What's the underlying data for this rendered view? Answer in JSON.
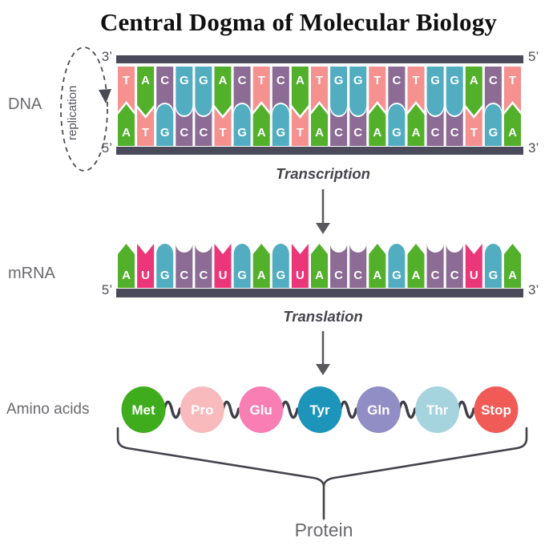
{
  "title": "Central Dogma of Molecular Biology",
  "colors": {
    "A": "#53B02B",
    "T": "#F5918F",
    "C": "#8C6B94",
    "G": "#52ADC1",
    "U": "#EB3679",
    "backbone": "#4A4A5A",
    "arrow": "#58585F",
    "bracket": "#42424C",
    "squiggle": "#3E3E49",
    "replication": "#4A4A52"
  },
  "dna": {
    "label": "DNA",
    "replication_label": "replication",
    "top_strand": {
      "end_left": "3’",
      "end_right": "5’",
      "sequence": "TACGGACTCATGGTCTGGACT"
    },
    "bottom_strand": {
      "end_left": "5’",
      "end_right": "3’",
      "sequence": "ATGCCTGAGTACCAGACCTGA"
    }
  },
  "transcription_label": "Transcription",
  "mrna": {
    "label": "mRNA",
    "end_left": "5’",
    "end_right": "3’",
    "sequence": "AUGCCUGAGUACCAGACCUGA"
  },
  "translation_label": "Translation",
  "amino_acids": {
    "label": "Amino acids",
    "residues": [
      {
        "name": "Met",
        "color": "#3FAC1D"
      },
      {
        "name": "Pro",
        "color": "#F8BABC"
      },
      {
        "name": "Glu",
        "color": "#F87EB3"
      },
      {
        "name": "Tyr",
        "color": "#1D95BA"
      },
      {
        "name": "Gln",
        "color": "#918DC5"
      },
      {
        "name": "Thr",
        "color": "#A5D3DE"
      },
      {
        "name": "Stop",
        "color": "#F15B57"
      }
    ]
  },
  "protein_label": "Protein"
}
